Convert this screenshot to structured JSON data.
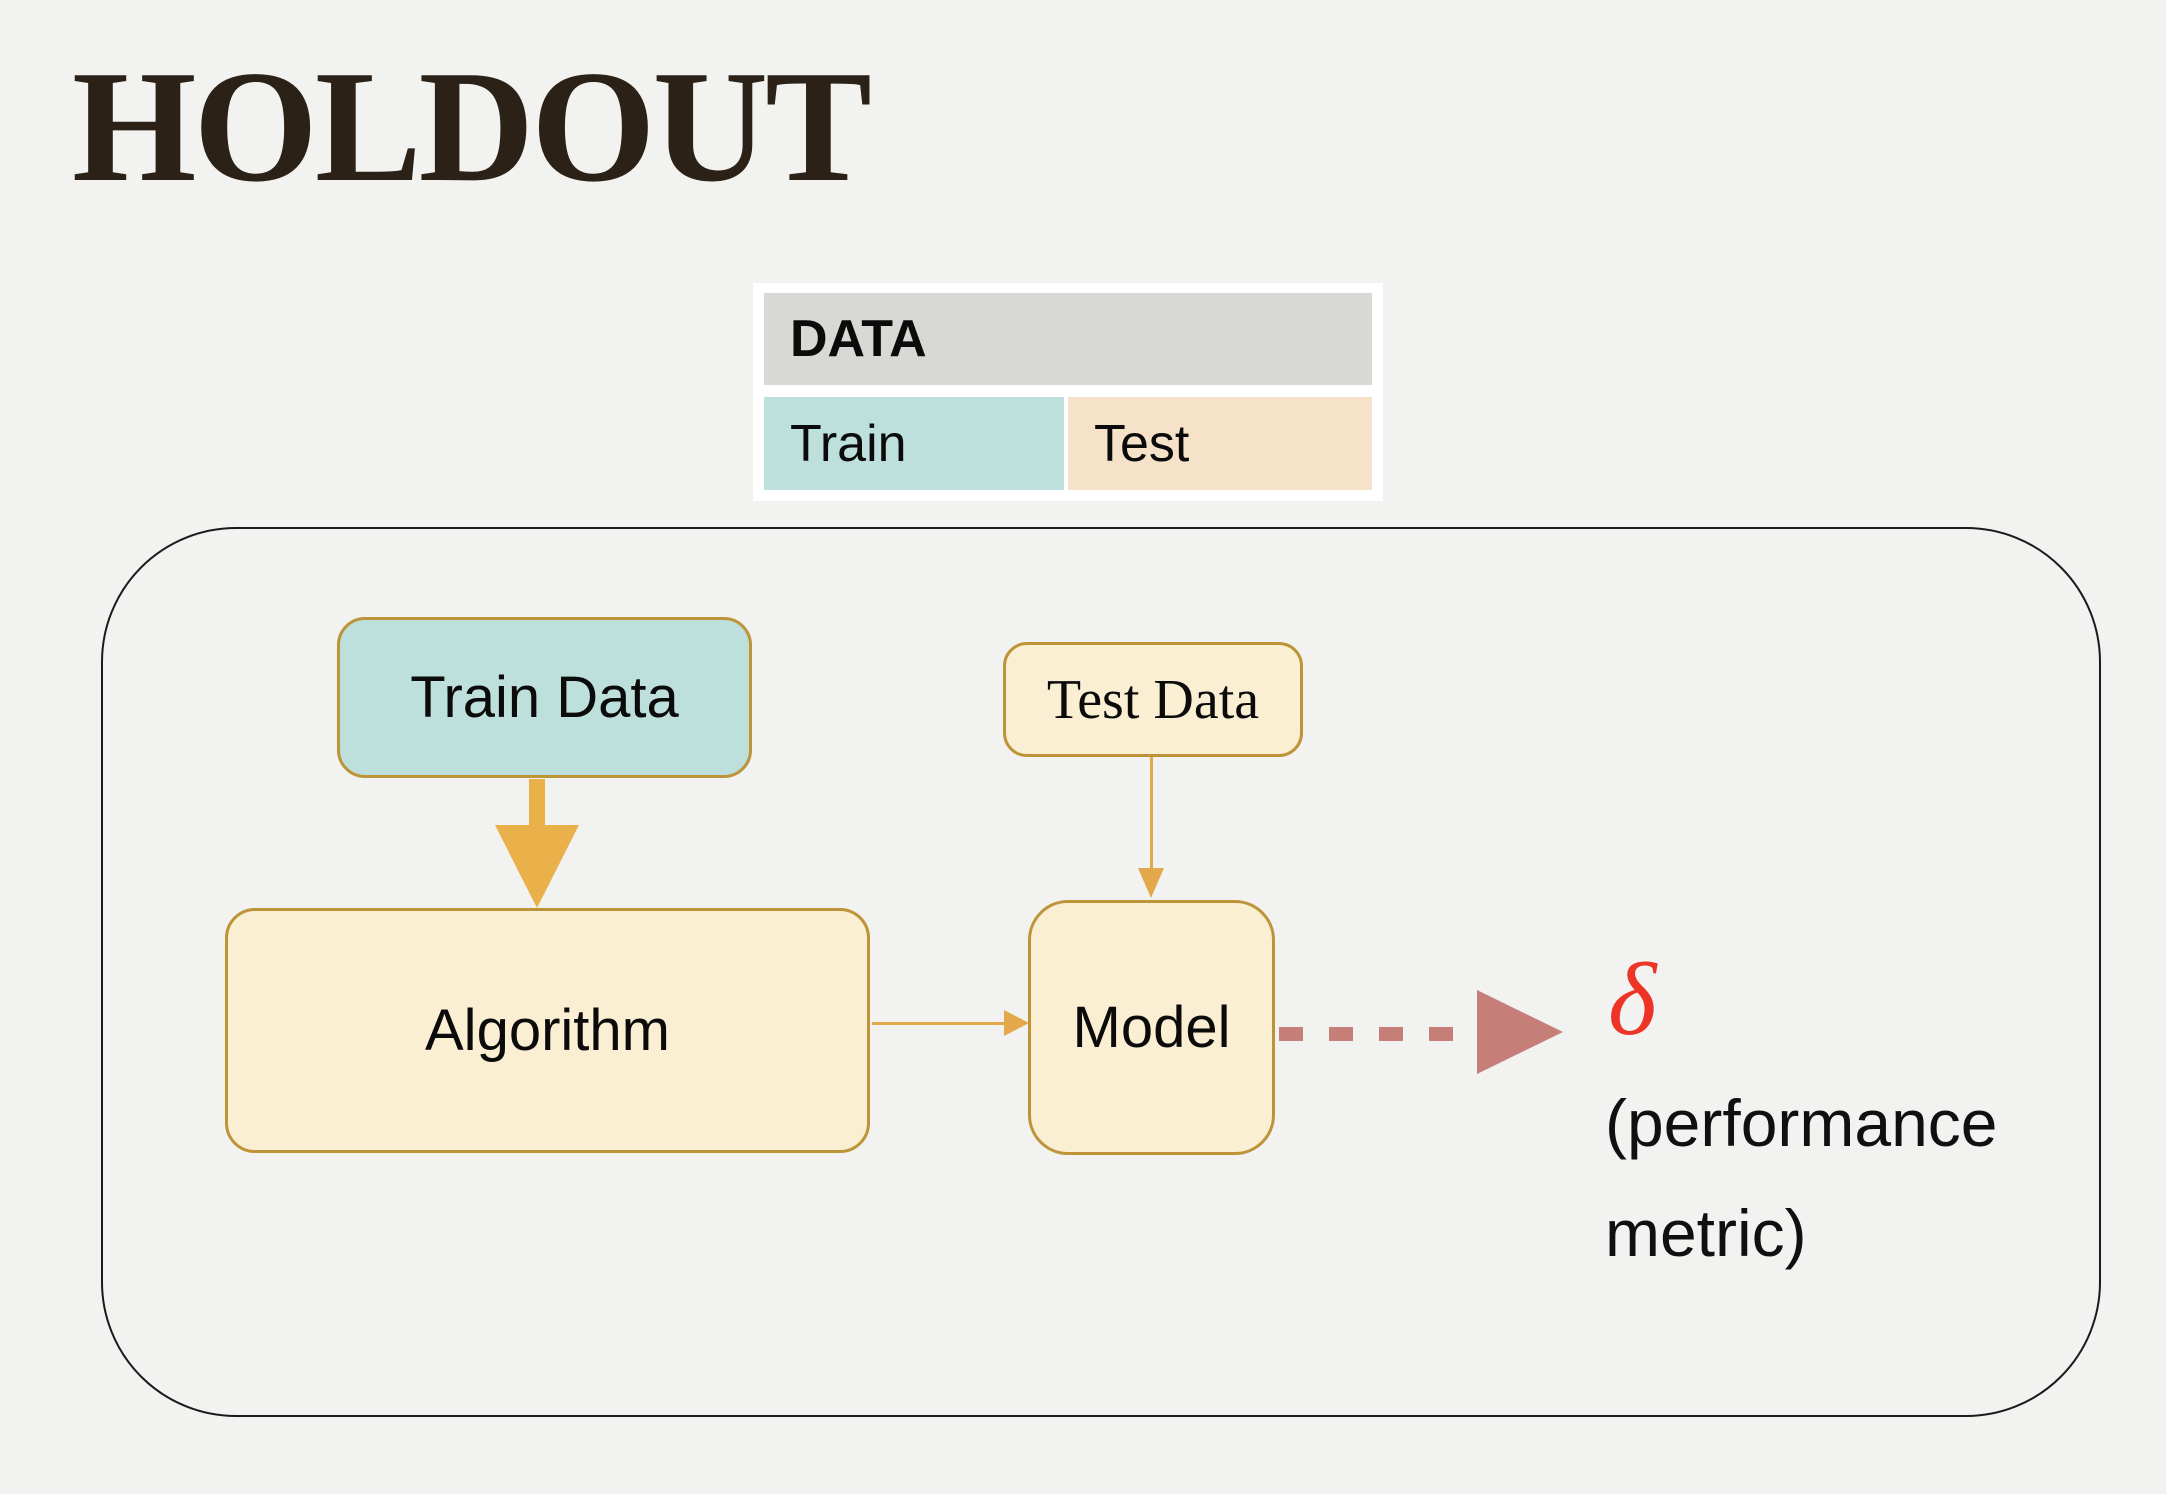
{
  "title": "HOLDOUT",
  "data_table": {
    "header_label": "DATA",
    "train_label": "Train",
    "test_label": "Test"
  },
  "flow": {
    "train_data_label": "Train Data",
    "test_data_label": "Test Data",
    "algorithm_label": "Algorithm",
    "model_label": "Model",
    "delta_symbol": "δ",
    "delta_caption": "(performance metric)"
  },
  "colors": {
    "background": "#f2f2f0",
    "title_text": "#2b2116",
    "table_header_bg": "#d8d8d4",
    "train_bg": "#bee0dd",
    "test_bg": "#f6e2c8",
    "node_cream_bg": "#faeed3",
    "node_border_gold": "#bd9437",
    "arrow_orange": "#eab04a",
    "arrow_thin_gold": "#e2a84b",
    "arrow_dashed_rose": "#c67f78",
    "delta_red": "#ee3426",
    "container_border": "#1b1b1b"
  }
}
